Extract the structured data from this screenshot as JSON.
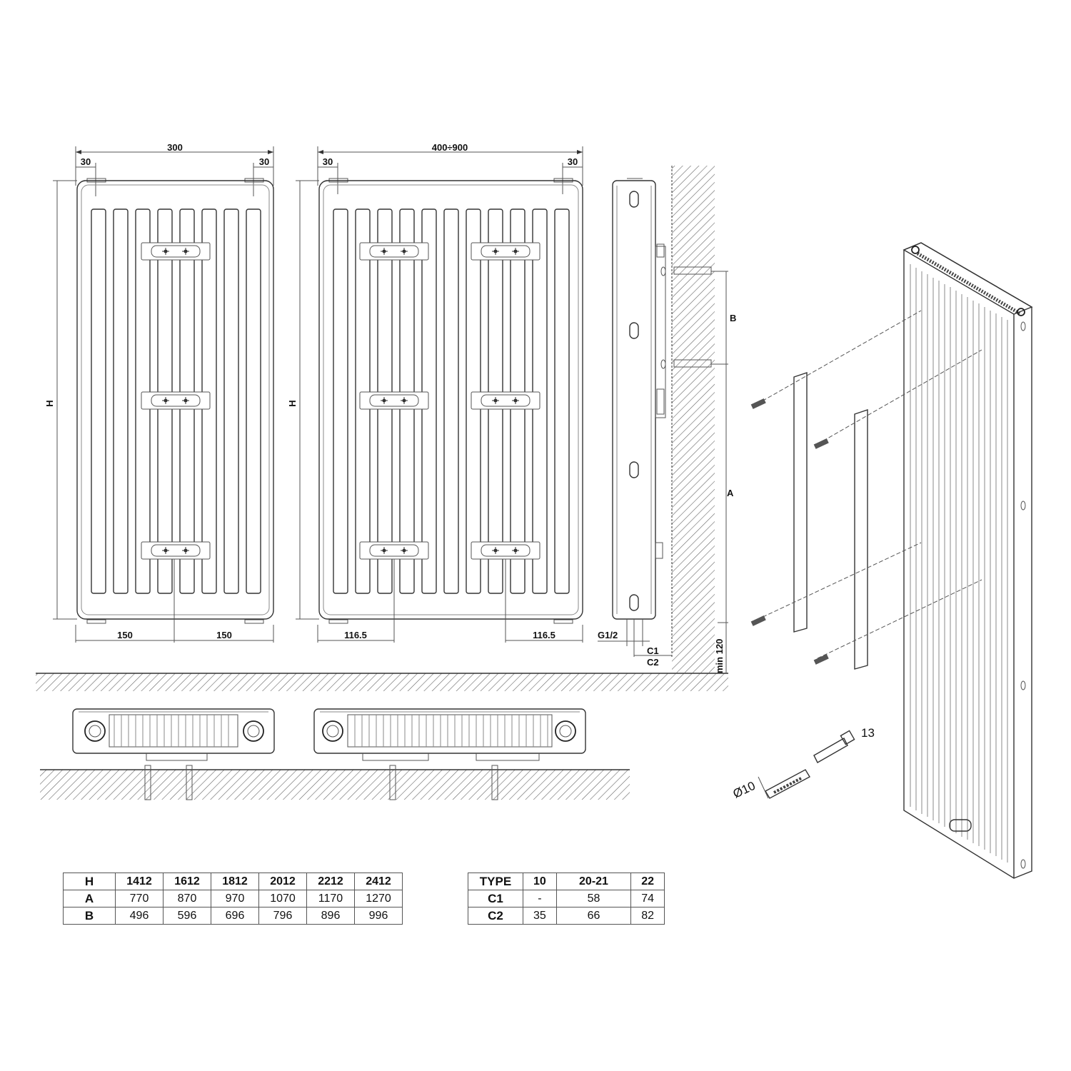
{
  "front_view_single": {
    "width_label": "300",
    "left_offset_label": "30",
    "right_offset_label": "30",
    "height_label": "H",
    "bottom_left_label": "150",
    "bottom_right_label": "150",
    "vertical_channels": 8,
    "brackets": 3
  },
  "front_view_double": {
    "width_label": "400÷900",
    "left_offset_label": "30",
    "right_offset_label": "30",
    "height_label": "H",
    "bottom_left_label": "116.5",
    "bottom_right_label": "116.5",
    "vertical_channels": 11,
    "brackets": 6
  },
  "side_view": {
    "label_b": "B",
    "label_a": "A",
    "connection_label": "G1/2",
    "c1_label": "C1",
    "c2_label": "C2",
    "min_label": "min 120"
  },
  "fixings": {
    "dowel_label": "Ø10",
    "screw_label": "13"
  },
  "dimension_table": {
    "header": [
      "H",
      "1412",
      "1612",
      "1812",
      "2012",
      "2212",
      "2412"
    ],
    "rows": [
      [
        "A",
        "770",
        "870",
        "970",
        "1070",
        "1170",
        "1270"
      ],
      [
        "B",
        "496",
        "596",
        "696",
        "796",
        "896",
        "996"
      ]
    ]
  },
  "type_table": {
    "header": [
      "TYPE",
      "10",
      "20-21",
      "22"
    ],
    "rows": [
      [
        "C1",
        "-",
        "58",
        "74"
      ],
      [
        "C2",
        "35",
        "66",
        "82"
      ]
    ]
  }
}
